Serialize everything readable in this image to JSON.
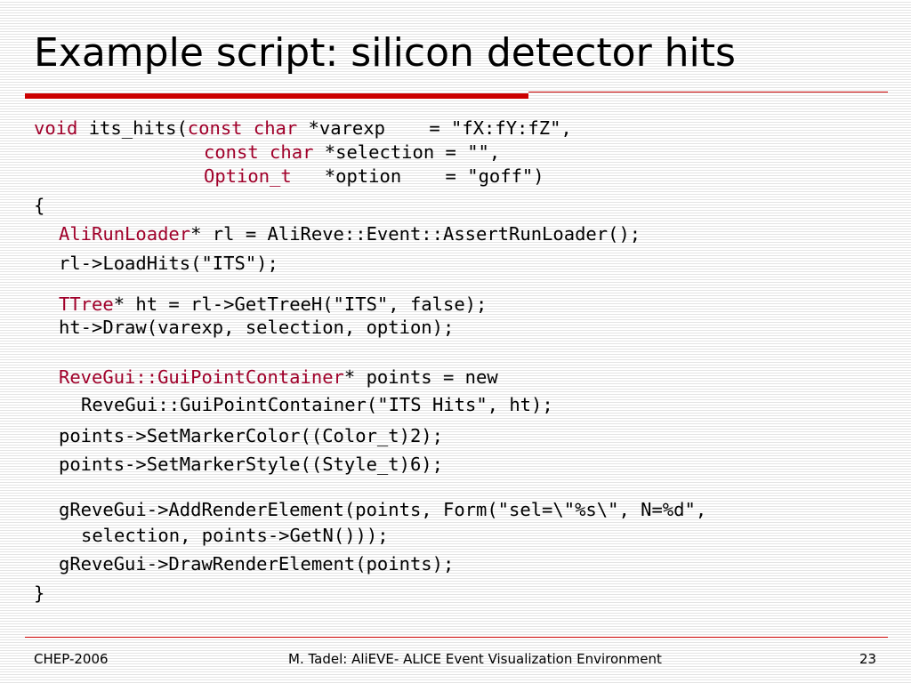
{
  "slide": {
    "title": "Example script: silicon detector hits",
    "accent_color": "#cc0000",
    "keyword_color": "#a0002a"
  },
  "code": {
    "l1": {
      "kw1": "void",
      "t1": " its_hits(",
      "kw2": "const char",
      "t2": " *varexp    = \"fX:fY:fZ\","
    },
    "l2": {
      "kw1": "const char",
      "t1": " *selection = \"\","
    },
    "l3": {
      "kw1": "Option_t",
      "t1": "   *option    = \"goff\")"
    },
    "l4": {
      "t1": "{"
    },
    "l5": {
      "kw1": "AliRunLoader",
      "t1": "* rl = AliReve::Event::AssertRunLoader();"
    },
    "l6": {
      "t1": "rl->LoadHits(\"ITS\");"
    },
    "l7": {
      "kw1": "TTree",
      "t1": "* ht = rl->GetTreeH(\"ITS\", false);"
    },
    "l8": {
      "t1": "ht->Draw(varexp, selection, option);"
    },
    "l9": {
      "kw1": "ReveGui::GuiPointContainer",
      "t1": "* points = new"
    },
    "l10": {
      "t1": "ReveGui::GuiPointContainer(\"ITS Hits\", ht);"
    },
    "l11": {
      "t1": "points->SetMarkerColor((Color_t)2);"
    },
    "l12": {
      "t1": "points->SetMarkerStyle((Style_t)6);"
    },
    "l13": {
      "t1": "gReveGui->AddRenderElement(points, Form(\"sel=\\\"%s\\\", N=%d\","
    },
    "l14": {
      "t1": "selection, points->GetN()));"
    },
    "l15": {
      "t1": "gReveGui->DrawRenderElement(points);"
    },
    "l16": {
      "t1": "}"
    }
  },
  "footer": {
    "left": "CHEP-2006",
    "center": "M. Tadel: AliEVE- ALICE Event Visualization Environment",
    "page_number": "23"
  }
}
